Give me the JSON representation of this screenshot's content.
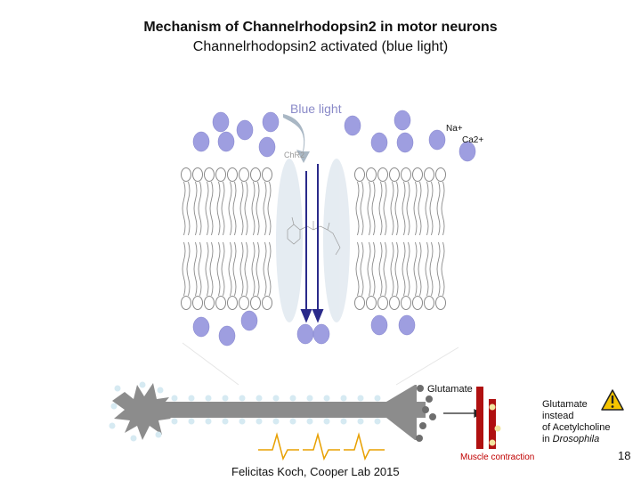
{
  "title": "Mechanism of Channelrhodopsin2 in motor neurons",
  "subtitle": "Channelrhodopsin2 activated (blue light)",
  "labels": {
    "blue_light": "Blue light",
    "chr2": "ChR2",
    "na": "Na+",
    "ca": "Ca2+",
    "glutamate": "Glutamate",
    "glutamate_note_line1": "Glutamate",
    "glutamate_note_line2": "instead",
    "glutamate_note_line3": "of Acetylcholine",
    "glutamate_note_line4_prefix": "in ",
    "glutamate_note_line4_italic": "Drosophila",
    "muscle_contraction": "Muscle contraction",
    "credit": "Felicitas Koch, Cooper Lab 2015",
    "page_number": "18"
  },
  "colors": {
    "ion": "#9e9ee0",
    "ion_stroke": "#7a7ac8",
    "membrane": "#8a8a8a",
    "channel": "#dde6ee",
    "arrow": "#2a2a8a",
    "neuron": "#8c8c8c",
    "myelin": "#d8ecf2",
    "muscle": "#b01010",
    "signal": "#e8a000",
    "warning": "#f5c400"
  }
}
